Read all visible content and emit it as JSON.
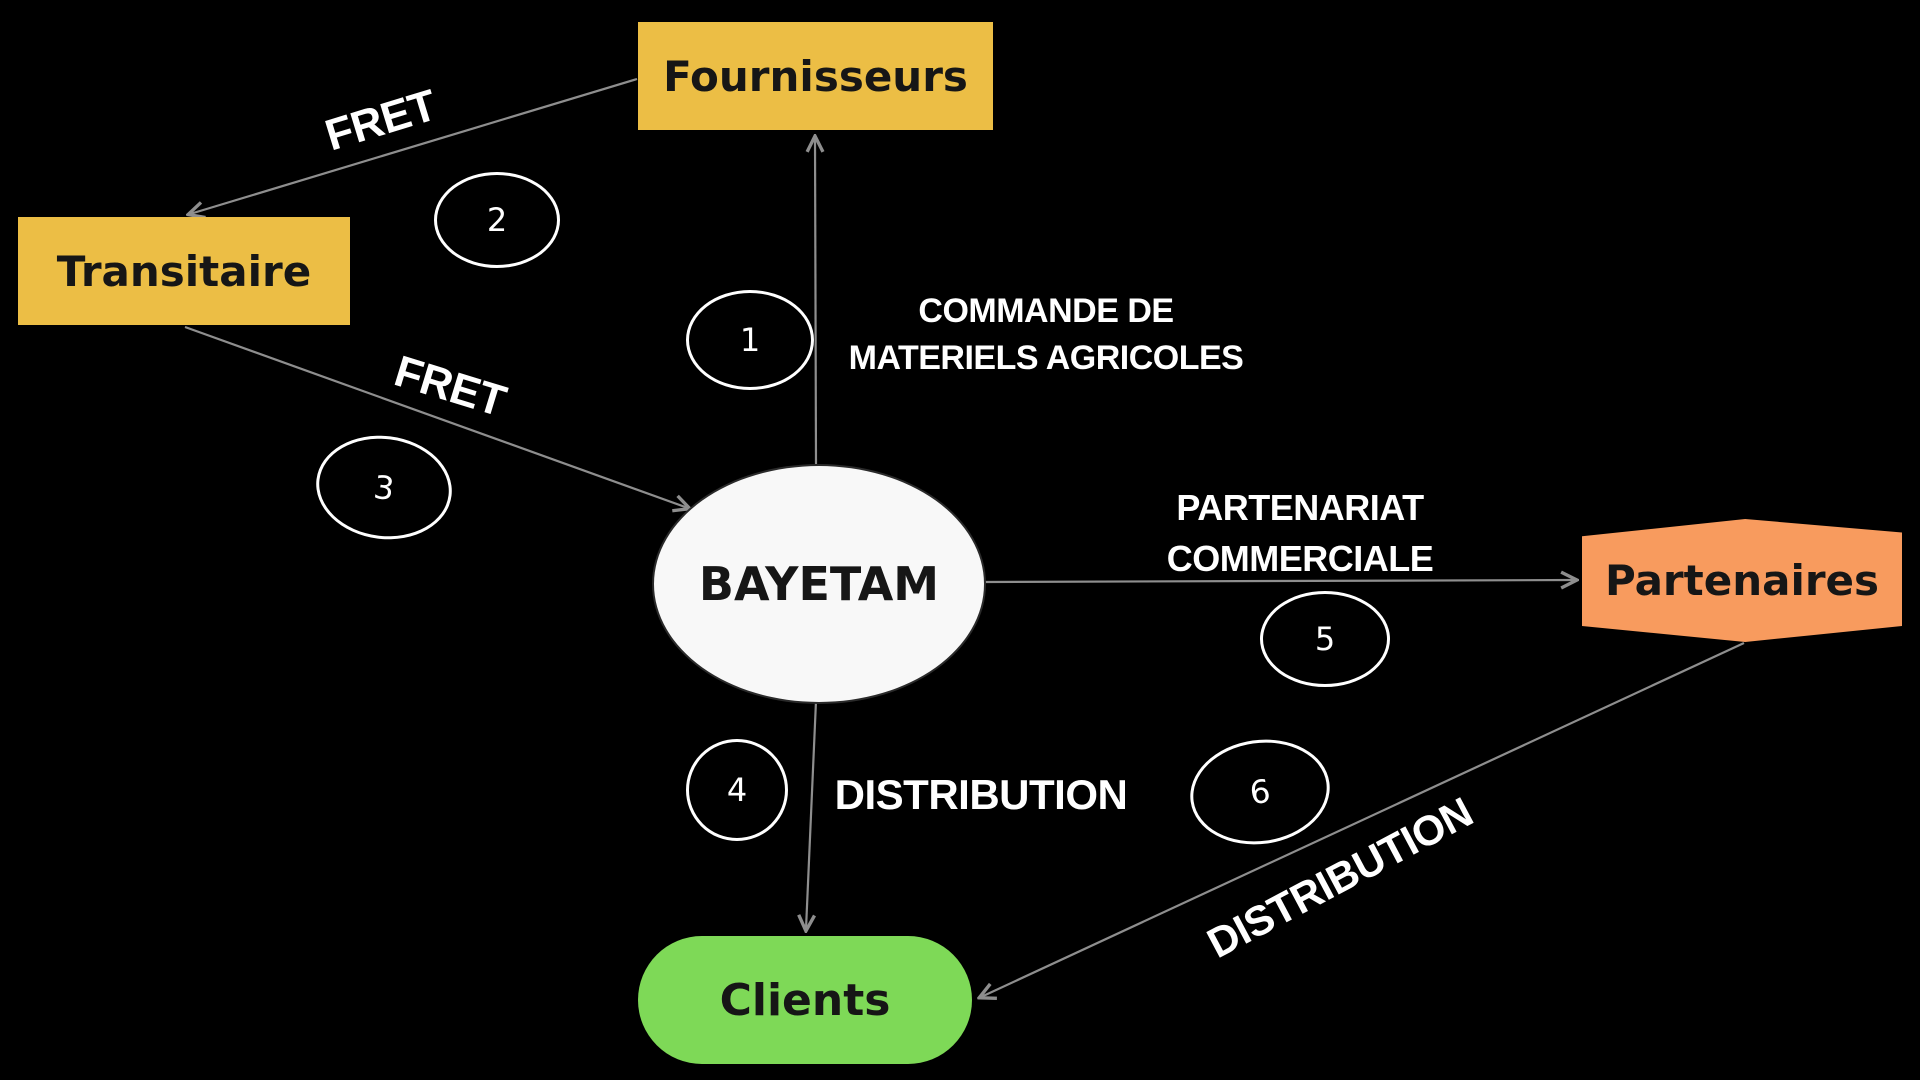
{
  "page": {
    "background_color": "#000000",
    "edge_color": "#8E8E8E"
  },
  "diagram": {
    "center": {
      "label": "BAYETAM",
      "shape": "ellipse",
      "fill": "#F8F8F8",
      "text_color": "#161616"
    },
    "nodes": {
      "fournisseurs": {
        "label": "Fournisseurs",
        "shape": "rectangle",
        "fill": "#ECBE45"
      },
      "transitaire": {
        "label": "Transitaire",
        "shape": "rectangle",
        "fill": "#ECBE45"
      },
      "partenaires": {
        "label": "Partenaires",
        "shape": "hexagon",
        "fill": "#F89B5E"
      },
      "clients": {
        "label": "Clients",
        "shape": "pill",
        "fill": "#7ED957"
      }
    },
    "steps": [
      "1",
      "2",
      "3",
      "4",
      "5",
      "6"
    ],
    "labels": {
      "fret_top": "FRET",
      "fret_mid": "FRET",
      "commande": {
        "line1": "COMMANDE DE",
        "line2": "MATERIELS AGRICOLES"
      },
      "partenariat": {
        "line1": "PARTENARIAT",
        "line2": "COMMERCIALE"
      },
      "distribution_clients": "DISTRIBUTION",
      "distribution_partenaires": "DISTRIBUTION"
    },
    "edges": [
      {
        "step": "1",
        "from": "BAYETAM",
        "to": "Fournisseurs",
        "label": "COMMANDE DE MATERIELS AGRICOLES"
      },
      {
        "step": "2",
        "from": "Fournisseurs",
        "to": "Transitaire",
        "label": "FRET"
      },
      {
        "step": "3",
        "from": "Transitaire",
        "to": "BAYETAM",
        "label": "FRET"
      },
      {
        "step": "4",
        "from": "BAYETAM",
        "to": "Clients",
        "label": "DISTRIBUTION"
      },
      {
        "step": "5",
        "from": "BAYETAM",
        "to": "Partenaires",
        "label": "PARTENARIAT COMMERCIALE"
      },
      {
        "step": "6",
        "from": "Partenaires",
        "to": "Clients",
        "label": "DISTRIBUTION"
      }
    ]
  }
}
